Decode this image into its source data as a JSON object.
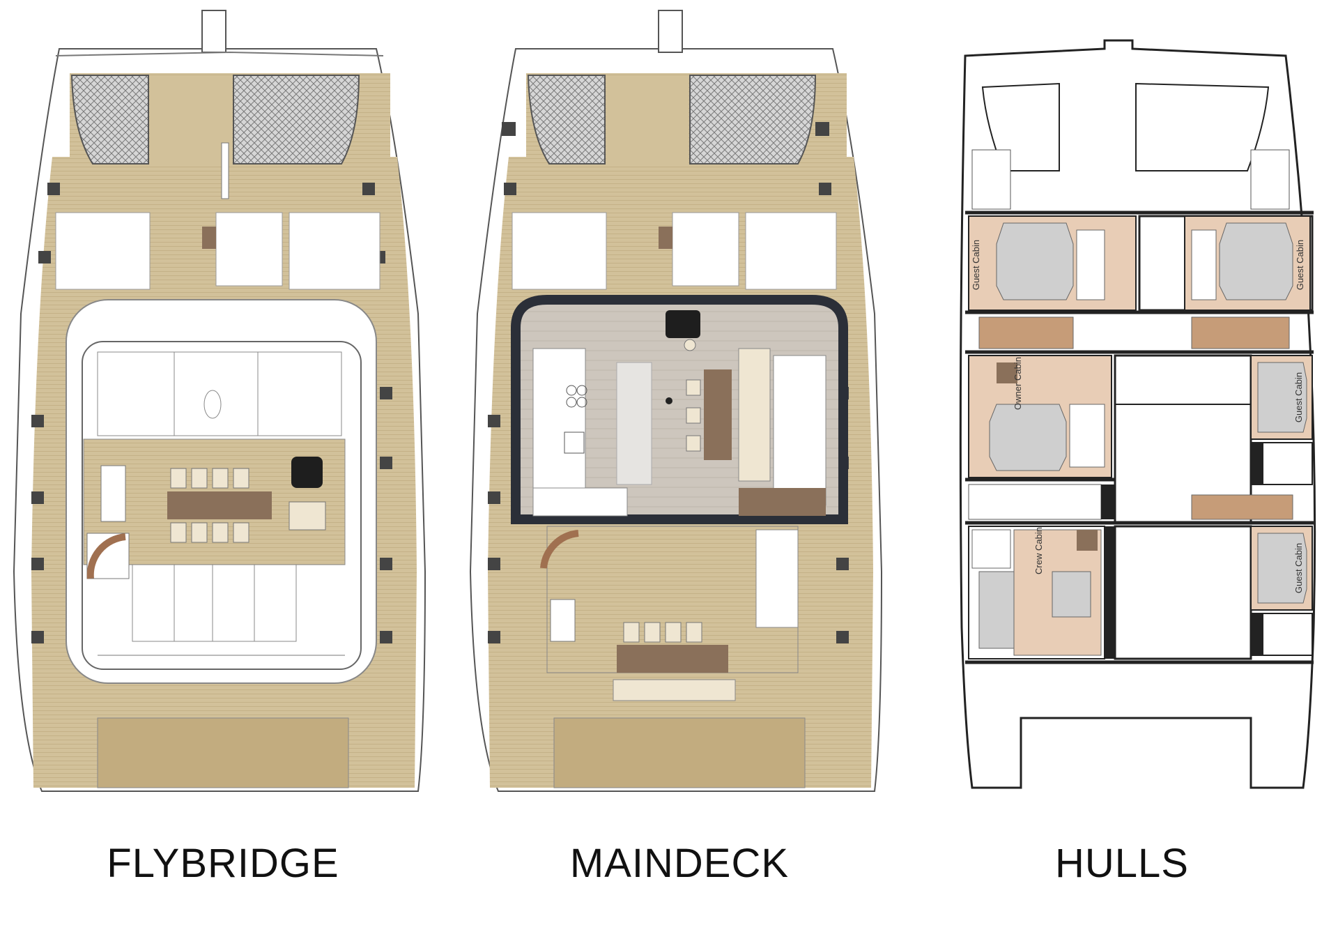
{
  "decks": {
    "flybridge": {
      "title": "FLYBRIDGE"
    },
    "maindeck": {
      "title": "MAINDECK"
    },
    "hulls": {
      "title": "HULLS",
      "cabins": {
        "guest_cabin_port_fwd": "Guest Cabin",
        "guest_cabin_stbd_fwd": "Guest Cabin",
        "owner_cabin": "Owner Cabin",
        "guest_cabin_stbd_mid": "Guest Cabin",
        "crew_cabin": "Crew Cabin",
        "guest_cabin_stbd_aft": "Guest Cabin"
      }
    }
  },
  "colors": {
    "teak_deck": "#d2c19a",
    "teak_dark": "#c2ac7f",
    "interior_floor": "#c9c2b9",
    "wood_furniture": "#8a705a",
    "cushion_white": "#ffffff",
    "hull_outline": "#222222",
    "netting": "#bdbdbd",
    "cabin_floor": "#e8cdb6",
    "bed": "#cfcfcf",
    "dark_frame": "#2b2f38"
  }
}
